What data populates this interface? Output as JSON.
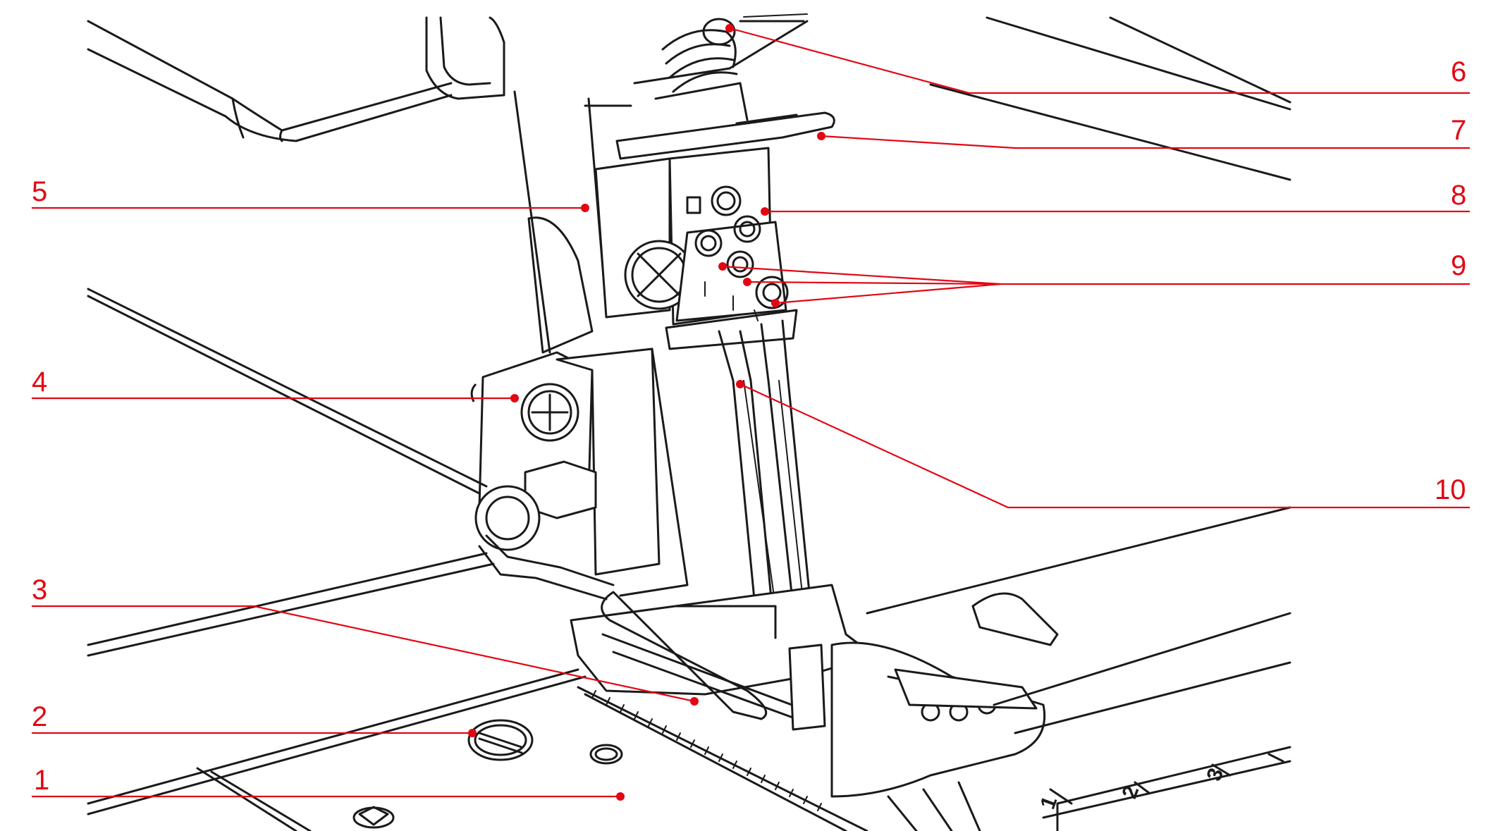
{
  "diagram": {
    "accent_color": "#e30613",
    "line_color": "#1a1a1a",
    "callouts": [
      {
        "id": "1",
        "label": "1"
      },
      {
        "id": "2",
        "label": "2"
      },
      {
        "id": "3",
        "label": "3"
      },
      {
        "id": "4",
        "label": "4"
      },
      {
        "id": "5",
        "label": "5"
      },
      {
        "id": "6",
        "label": "6"
      },
      {
        "id": "7",
        "label": "7"
      },
      {
        "id": "8",
        "label": "8"
      },
      {
        "id": "9",
        "label": "9"
      },
      {
        "id": "10",
        "label": "10"
      }
    ],
    "scale_marks": [
      "1",
      "2",
      "3"
    ]
  }
}
